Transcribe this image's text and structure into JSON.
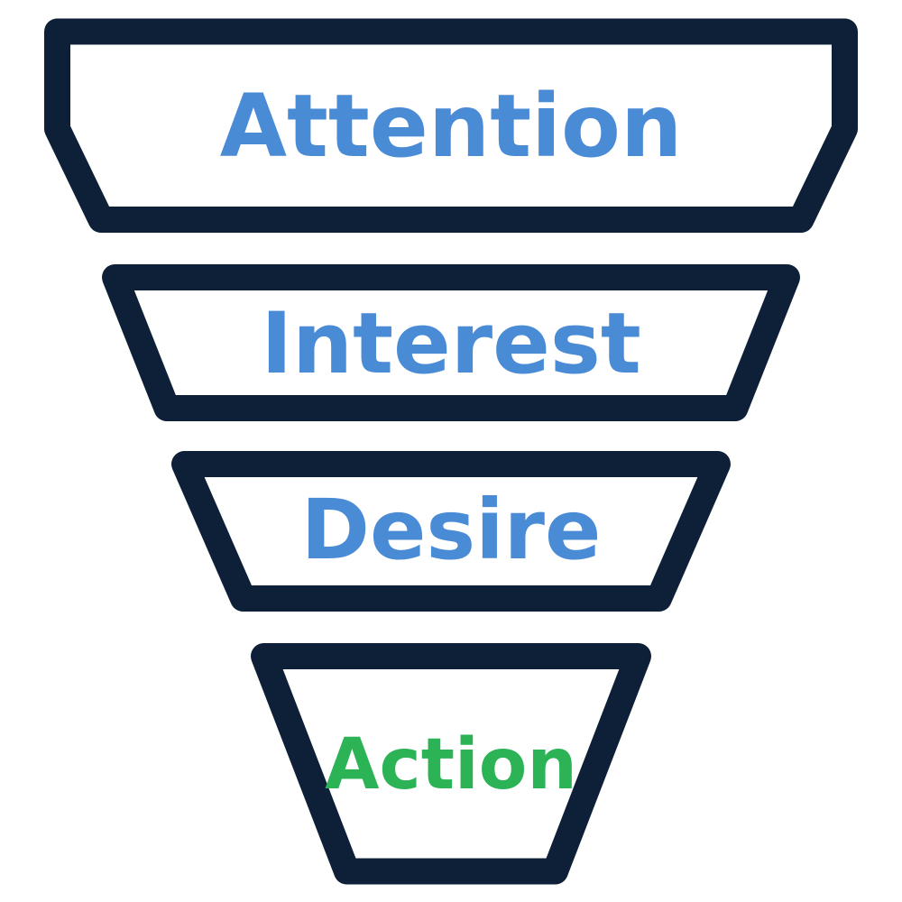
{
  "diagram": {
    "type": "funnel",
    "stages": [
      {
        "id": "attention",
        "label": "Attention",
        "text_color": "#4a8bd6"
      },
      {
        "id": "interest",
        "label": "Interest",
        "text_color": "#4a8bd6"
      },
      {
        "id": "desire",
        "label": "Desire",
        "text_color": "#4a8bd6"
      },
      {
        "id": "action",
        "label": "Action",
        "text_color": "#2bb356"
      }
    ],
    "outline_color": "#0d2038",
    "shape_fill": "#ffffff",
    "background": "#ffffff"
  }
}
